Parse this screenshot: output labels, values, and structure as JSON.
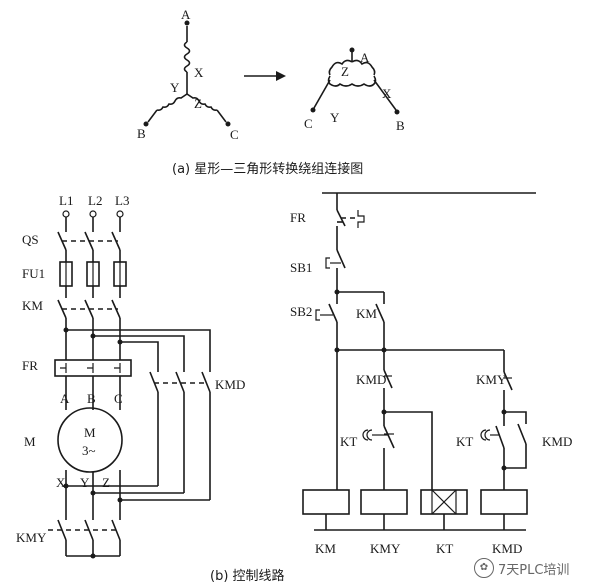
{
  "caption_a": "(a) 星形—三角形转换绕组连接图",
  "caption_b": "(b) 控制线路",
  "star": {
    "a": "A",
    "b": "B",
    "c": "C",
    "x": "X",
    "y": "Y",
    "z": "Z"
  },
  "delta": {
    "a": "A",
    "b": "B",
    "c": "C",
    "x": "X",
    "y": "Y",
    "z": "Z"
  },
  "power": {
    "l1": "L1",
    "l2": "L2",
    "l3": "L3",
    "qs": "QS",
    "fu1": "FU1",
    "km": "KM",
    "fr": "FR",
    "kmd": "KMD",
    "a": "A",
    "b": "B",
    "c": "C",
    "m": "M",
    "motor_m": "M",
    "motor_type": "3~",
    "x": "X",
    "y": "Y",
    "z": "Z",
    "kmy": "KMY"
  },
  "control": {
    "fr": "FR",
    "sb1": "SB1",
    "sb2": "SB2",
    "km_contact": "KM",
    "kmd_contact": "KMD",
    "kmy_contact": "KMY",
    "kt_left": "KT",
    "kt_right": "KT",
    "kmd_right": "KMD"
  },
  "coils": {
    "km": "KM",
    "kmy": "KMY",
    "kt": "KT",
    "kmd": "KMD"
  },
  "watermark": "7天PLC培训",
  "watermark_icon": "wechat-icon"
}
